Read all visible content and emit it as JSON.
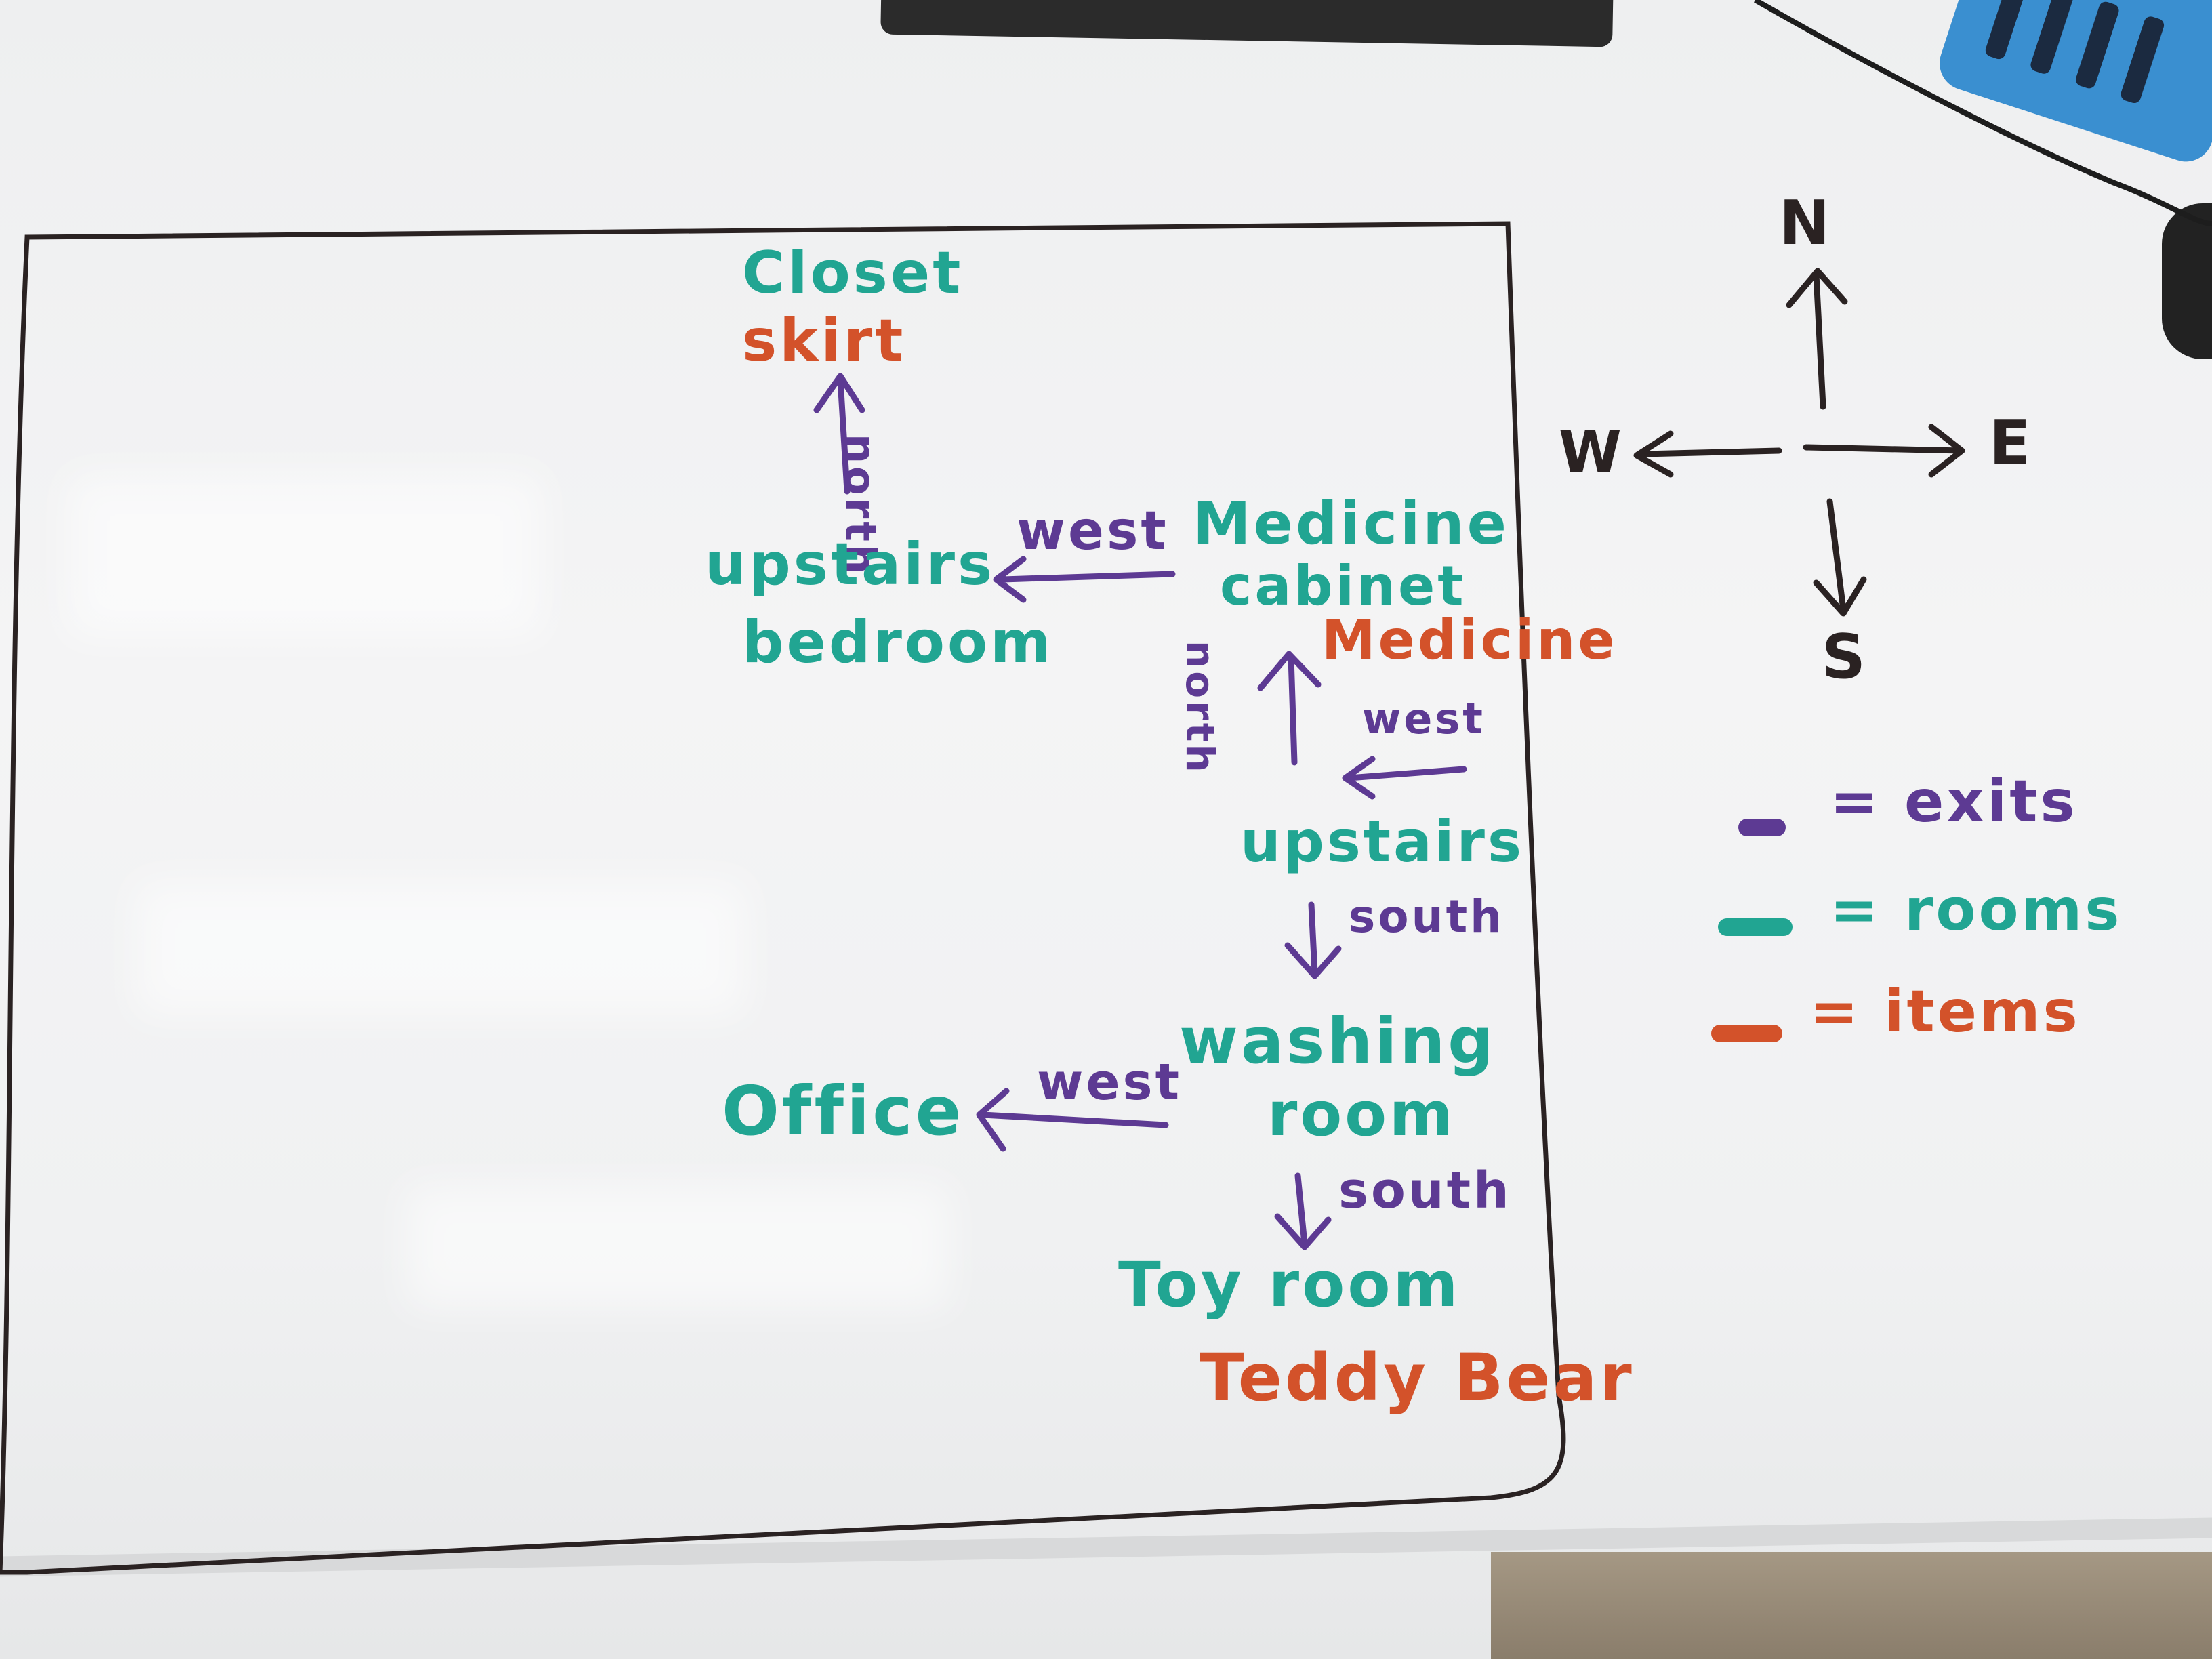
{
  "map": {
    "rooms": {
      "closet": "Closet",
      "upstairs_bedroom_1": "upstairs",
      "upstairs_bedroom_2": "bedroom",
      "medicine_cabinet_1": "Medicine",
      "medicine_cabinet_2": "cabinet",
      "upstairs": "upstairs",
      "washing_room_1": "washing",
      "washing_room_2": "room",
      "office": "Office",
      "toy_room": "Toy room"
    },
    "items": {
      "skirt": "skirt",
      "medicine": "Medicine",
      "teddy_bear": "Teddy Bear"
    },
    "exits": {
      "bedroom_to_closet": "north",
      "cabinet_to_bedroom": "west",
      "upstairs_to_cabinet_north": "north",
      "upstairs_to_cabinet_west": "west",
      "upstairs_to_washing": "south",
      "washing_to_office": "west",
      "washing_to_toy": "south"
    }
  },
  "compass": {
    "n": "N",
    "s": "S",
    "e": "E",
    "w": "W"
  },
  "legend": [
    {
      "label": "= exits",
      "color": "#5d3a93"
    },
    {
      "label": "= rooms",
      "color": "#21a592"
    },
    {
      "label": "= items",
      "color": "#d3522a"
    }
  ],
  "colors": {
    "rooms": "#21a592",
    "items": "#d3522a",
    "exits": "#5d3a93",
    "frame": "#2a2222"
  }
}
